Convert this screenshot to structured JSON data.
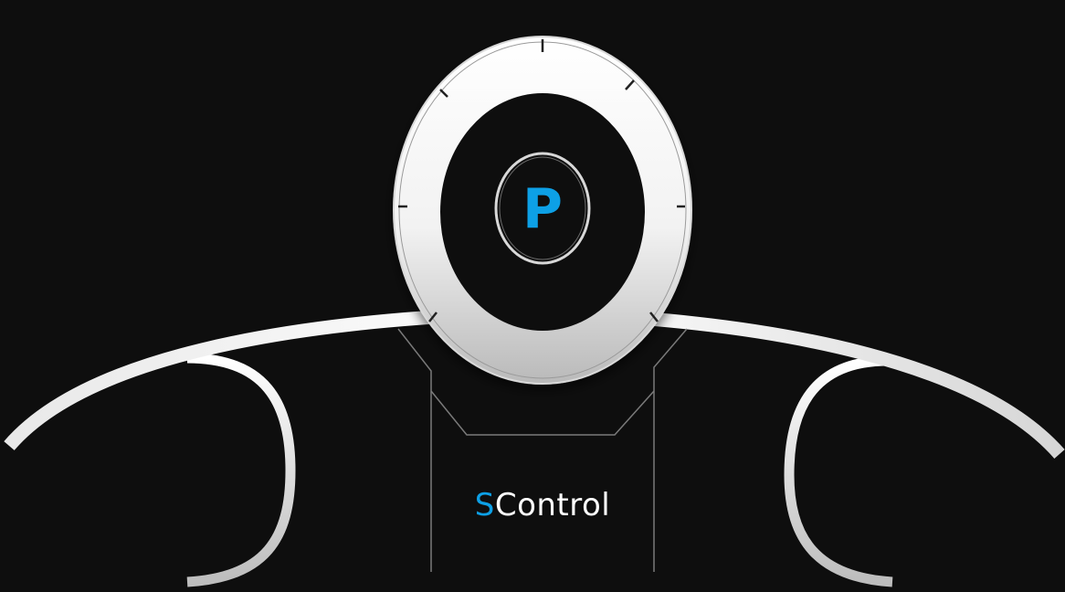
{
  "colors": {
    "accent": "#0da0e6",
    "background": "#0e0e0e"
  },
  "dial": {
    "gear_label": "P"
  },
  "brand": {
    "prefix": "S",
    "rest": "Control"
  }
}
